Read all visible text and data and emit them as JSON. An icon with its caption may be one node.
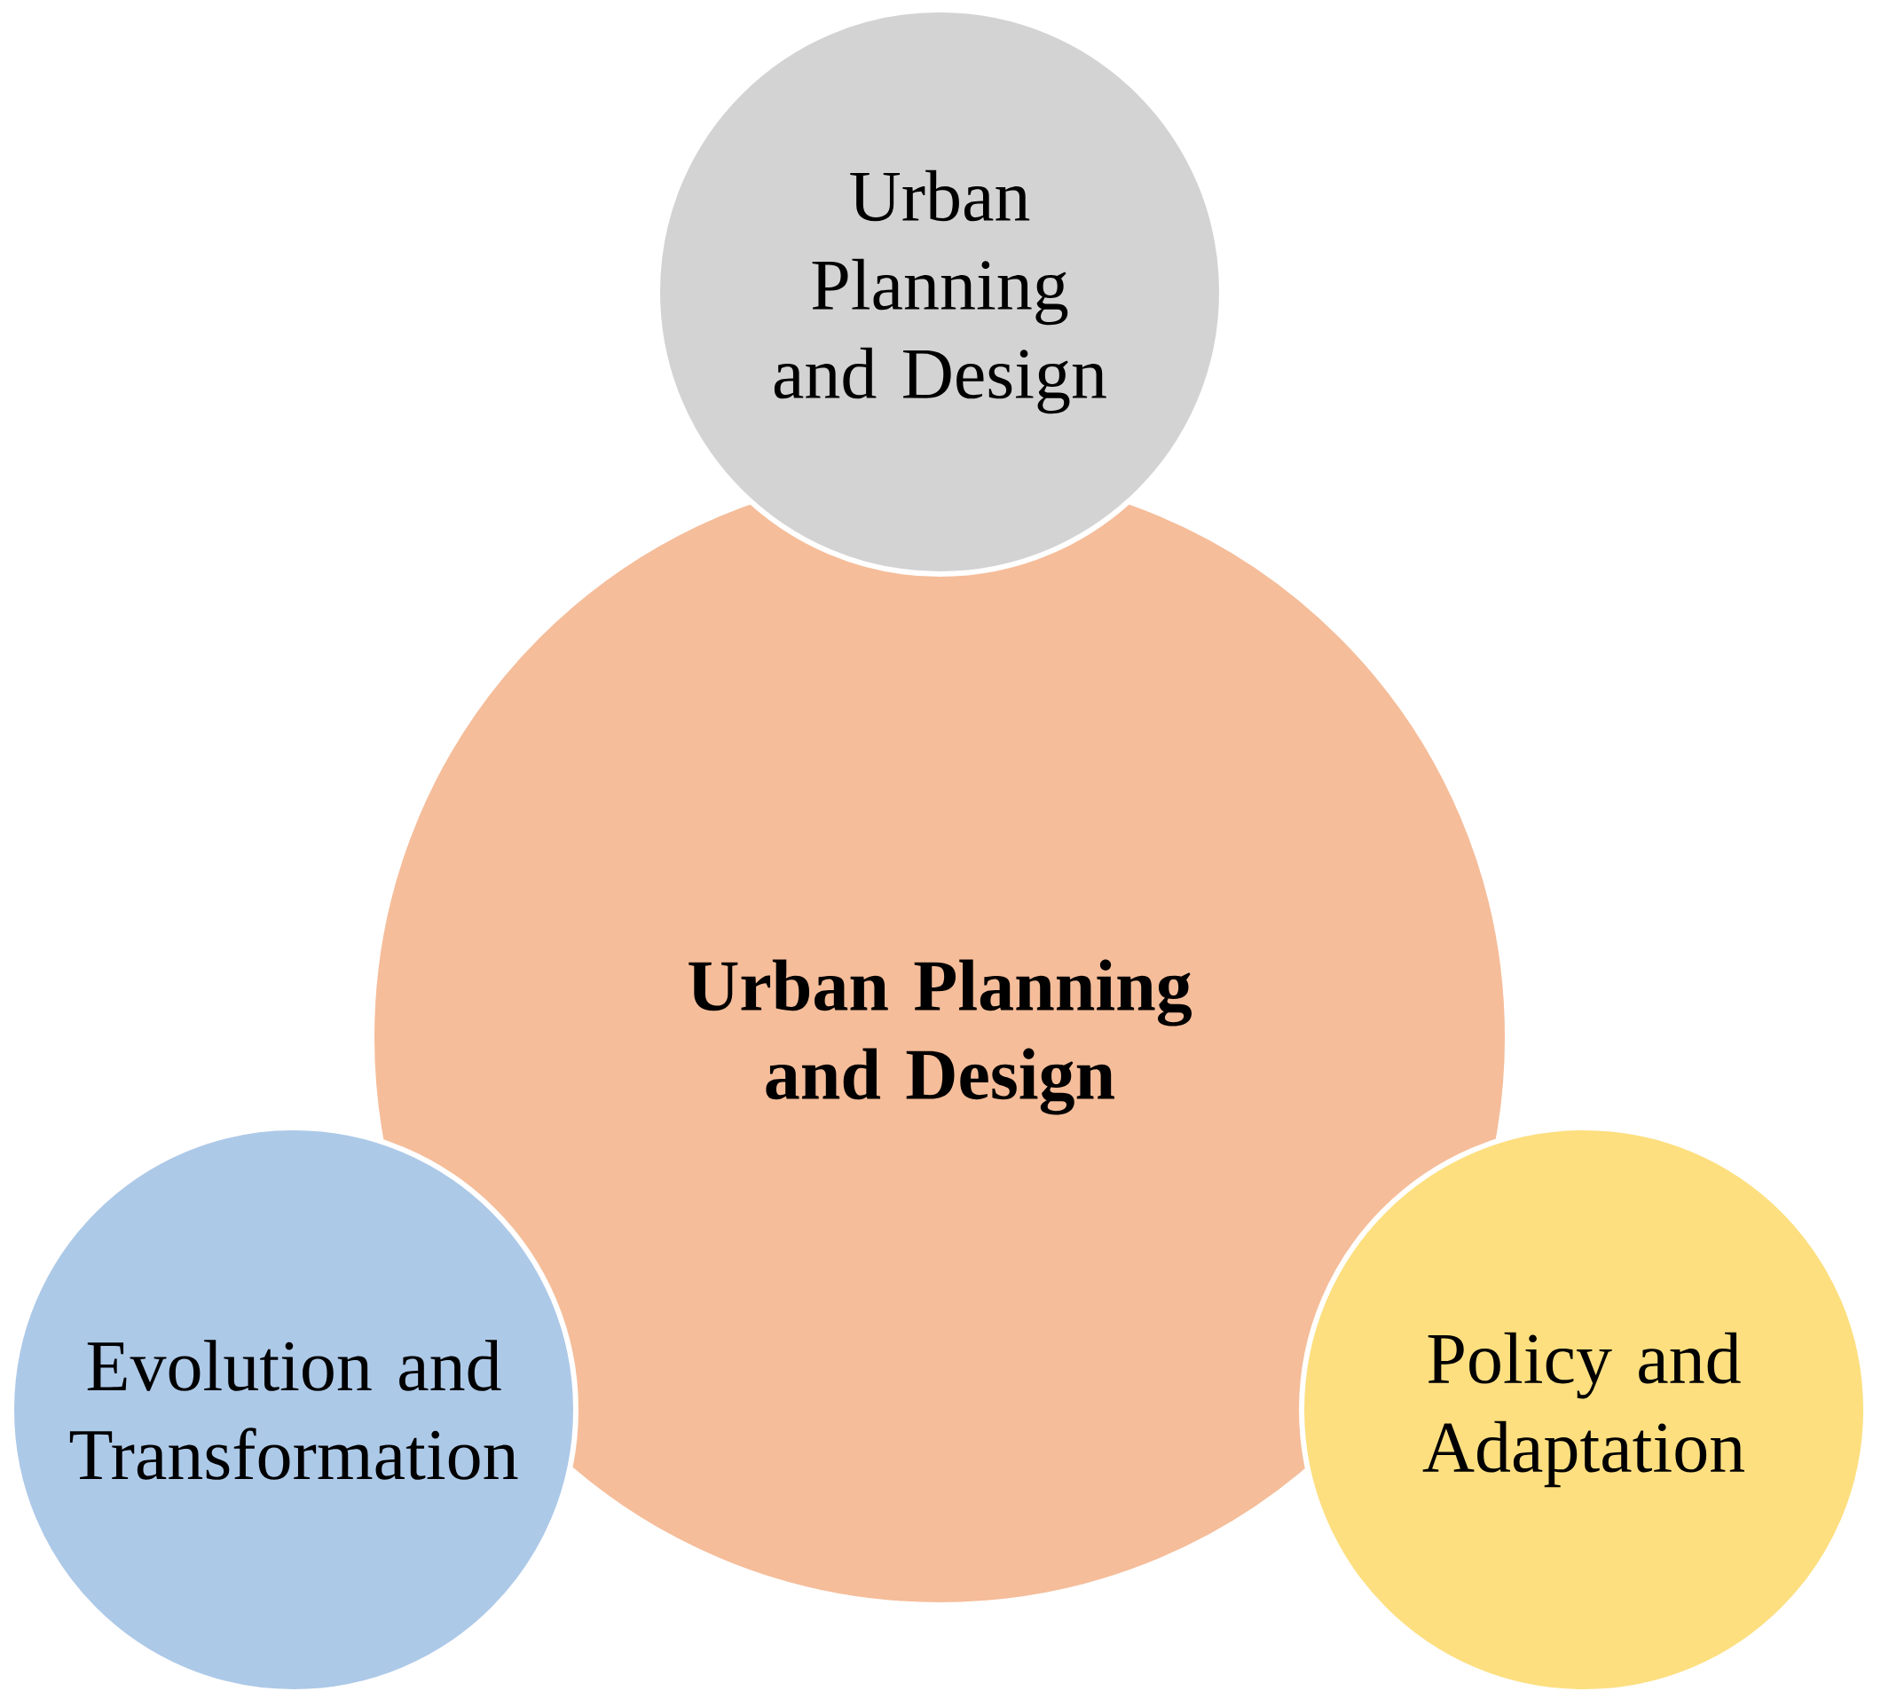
{
  "diagram": {
    "nodes": [
      {
        "text": [
          "Urban Planning and Design"
        ]
      },
      {
        "text": [
          "Urban Planning and Design"
        ]
      },
      {
        "text": [
          "Evolution and Transformation"
        ]
      },
      {
        "text": [
          "Policy and Adaptation"
        ]
      }
    ]
  }
}
